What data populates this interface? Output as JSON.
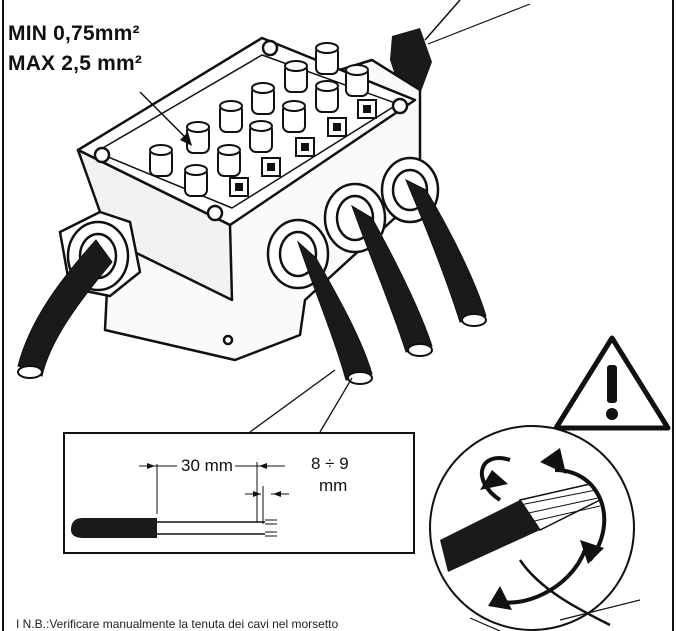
{
  "labels": {
    "min_section": "MIN 0,75mm²",
    "max_section": "MAX 2,5 mm²",
    "strip_length": "30 mm",
    "bare_length_a": "8 ÷ 9",
    "bare_length_b": "mm",
    "note": "I  N.B.:Verificare manualmente la tenuta dei cavi nel morsetto"
  },
  "icons": [
    "warning-triangle-icon",
    "rotate-arrows-icon"
  ]
}
